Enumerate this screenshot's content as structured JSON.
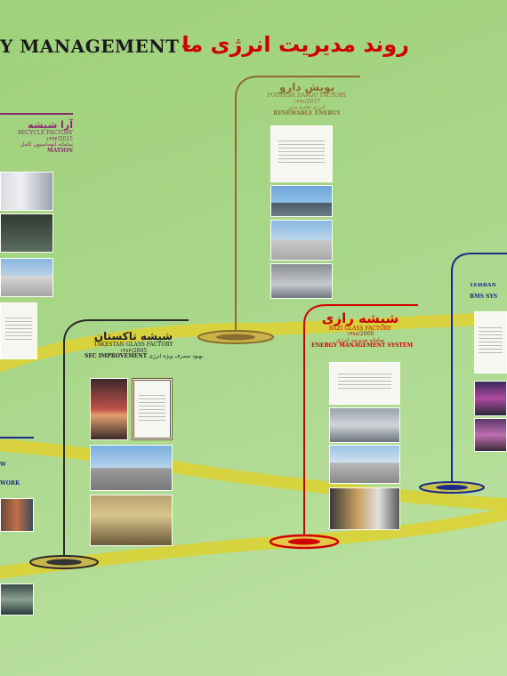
{
  "title": {
    "english": "Y MANAGEMENT",
    "dash": "–",
    "farsi": "روند مدیریت انرژی ما"
  },
  "milestones": {
    "pooyesh": {
      "farsi": "پویش دارو",
      "english": "POOYESH DAROU FACTORY",
      "date": "۱۳۹۶/2017",
      "subtitle": "انرژی تجدید پذیر",
      "tag": "RENEWABLE ENERGY",
      "color": "#8b6b2e"
    },
    "ara": {
      "farsi": "آرا شیشه",
      "english": "RECYCLE FACTORY",
      "date": "۱۳۹۴/2015",
      "subtitle": "سامانه اتوماسیون کامل",
      "tag": "MATION",
      "color": "#8a2a6e"
    },
    "takestan": {
      "farsi": "شیشه تاکستان",
      "english": "TAKESTAN GLASS FACTORY",
      "date": "۱۳۸۴/2005",
      "tag": "SEC IMPROVEMENT",
      "subtitle": "بهبود مصرف ویژه انرژی",
      "color": "#2a2a2a"
    },
    "razi": {
      "farsi": "شیشه رازی",
      "english": "RAZI GLASS FACTORY",
      "date": "۱۳۸۸/2009",
      "subtitle": "سامانه مدیریت انرژی",
      "tag": "ENERGY MANAGEMENT SYSTEM",
      "color": "#d00000"
    },
    "tehran": {
      "english": "TEHRAN",
      "tag": "BMS SYS",
      "color": "#1e2a8a"
    },
    "left_low": {
      "line1": "W",
      "line2": "WORK",
      "color": "#1e2a8a"
    }
  },
  "icons": {
    "photo": "photo-placeholder",
    "document": "document-icon"
  }
}
